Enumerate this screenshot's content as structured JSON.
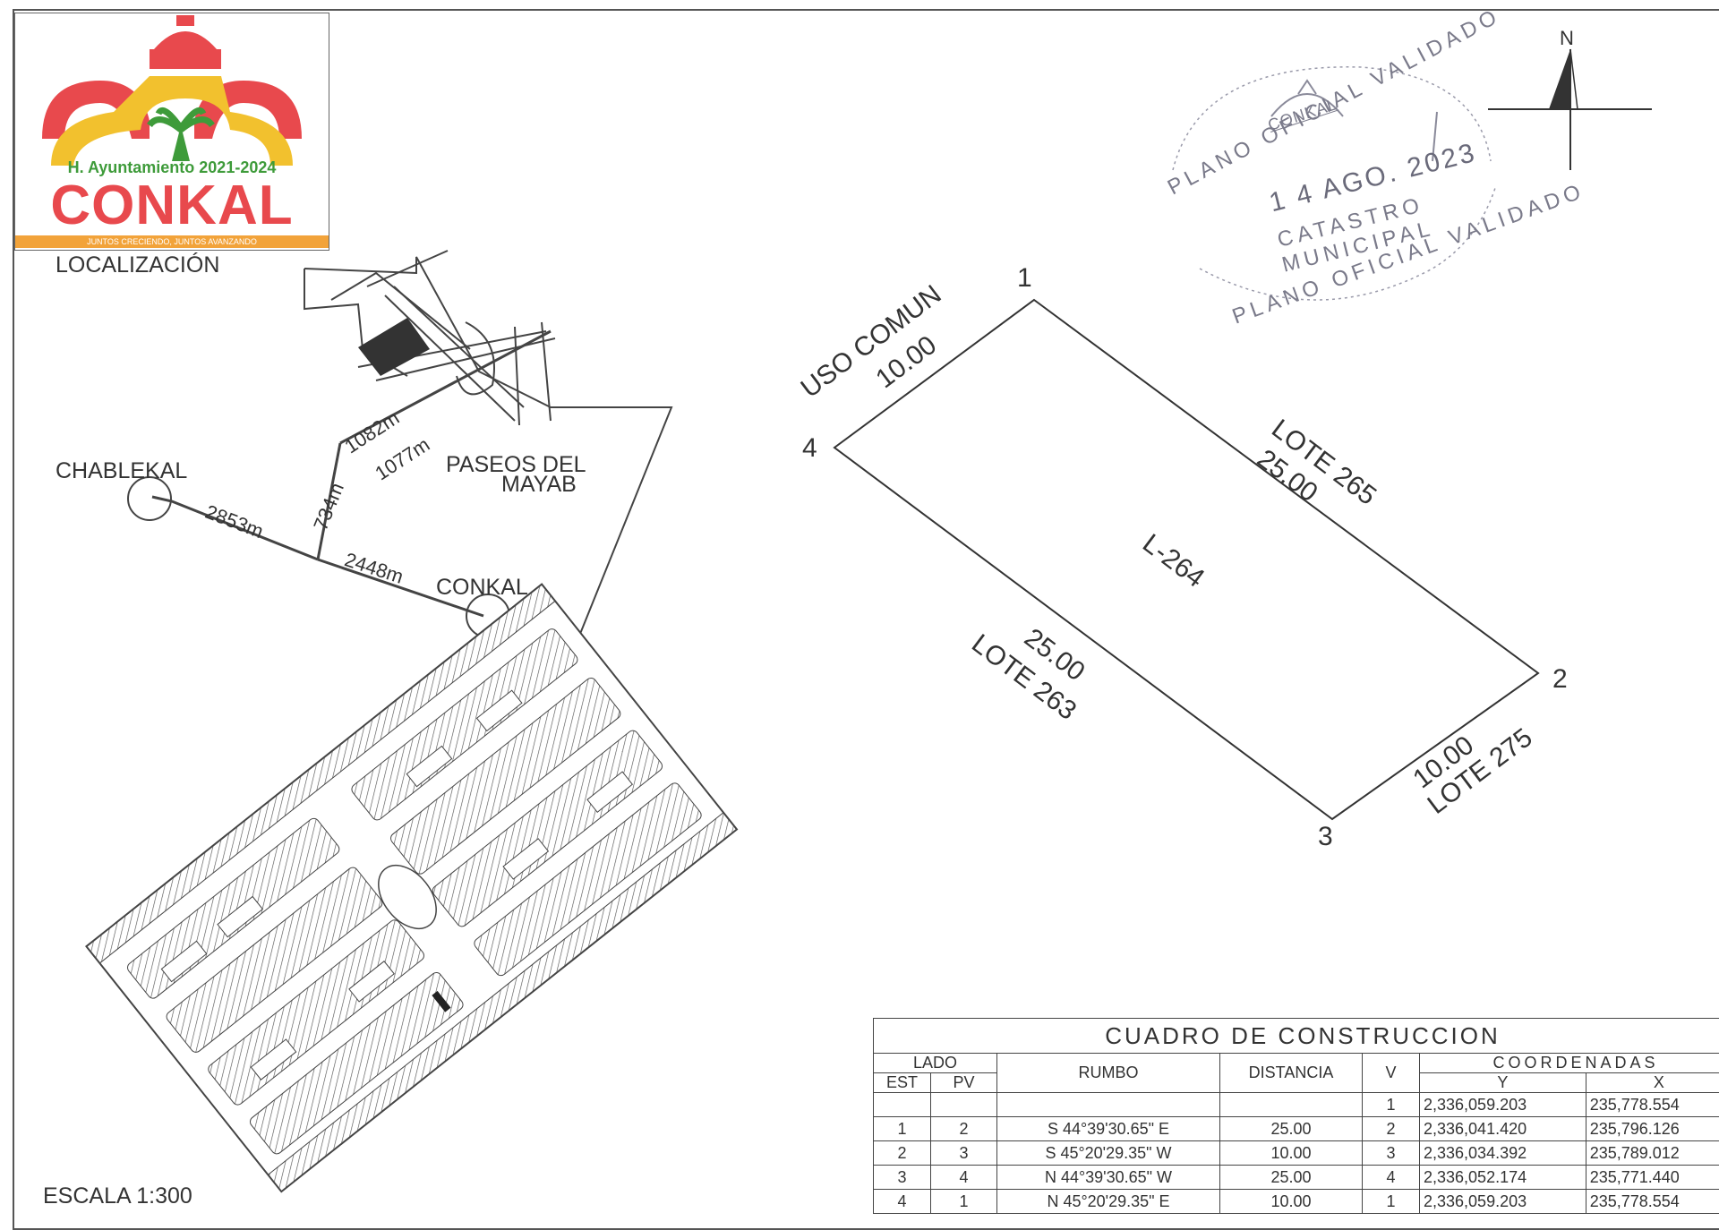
{
  "logo": {
    "subtitle": "H. Ayuntamiento 2021-2024",
    "name": "CONKAL",
    "slogan": "JUNTOS CRECIENDO, JUNTOS AVANZANDO",
    "colors": {
      "red": "#e8494d",
      "yellow": "#f2c12e",
      "green": "#3e9b3a"
    }
  },
  "location": {
    "title": "LOCALIZACIÓN",
    "places": [
      "CHABLEKAL",
      "PASEOS DEL",
      "MAYAB",
      "CONKAL"
    ],
    "distances": [
      "1082m",
      "1077m",
      "734m",
      "2853m",
      "2448m"
    ]
  },
  "scale": "ESCALA 1:300",
  "stamp": {
    "top": "PLANO OFICIAL VALIDADO",
    "logo_text": "CONKAL",
    "date": "1 4  AGO. 2023",
    "office1": "CATASTRO",
    "office2": "MUNICIPAL",
    "bottom": "PLANO OFICIAL VALIDADO"
  },
  "north": "N",
  "lot": {
    "id": "L-264",
    "vertices": [
      "1",
      "2",
      "3",
      "4"
    ],
    "sides": {
      "top": {
        "name": "USO COMUN",
        "length": "10.00"
      },
      "right": {
        "name": "LOTE 265",
        "length": "25.00"
      },
      "bottom": {
        "name": "LOTE 275",
        "length": "10.00"
      },
      "left": {
        "name": "LOTE 263",
        "length": "25.00"
      }
    }
  },
  "table": {
    "title": "CUADRO DE CONSTRUCCION",
    "group_lado": "LADO",
    "col_est": "EST",
    "col_pv": "PV",
    "col_rumbo": "RUMBO",
    "col_distancia": "DISTANCIA",
    "col_v": "V",
    "group_coord": "COORDENADAS",
    "col_y": "Y",
    "col_x": "X",
    "rows": [
      {
        "est": "",
        "pv": "",
        "rumbo": "",
        "dist": "",
        "v": "1",
        "y": "2,336,059.203",
        "x": "235,778.554"
      },
      {
        "est": "1",
        "pv": "2",
        "rumbo": "S 44°39'30.65\" E",
        "dist": "25.00",
        "v": "2",
        "y": "2,336,041.420",
        "x": "235,796.126"
      },
      {
        "est": "2",
        "pv": "3",
        "rumbo": "S 45°20'29.35\" W",
        "dist": "10.00",
        "v": "3",
        "y": "2,336,034.392",
        "x": "235,789.012"
      },
      {
        "est": "3",
        "pv": "4",
        "rumbo": "N 44°39'30.65\" W",
        "dist": "25.00",
        "v": "4",
        "y": "2,336,052.174",
        "x": "235,771.440"
      },
      {
        "est": "4",
        "pv": "1",
        "rumbo": "N 45°20'29.35\" E",
        "dist": "10.00",
        "v": "1",
        "y": "2,336,059.203",
        "x": "235,778.554"
      }
    ]
  }
}
